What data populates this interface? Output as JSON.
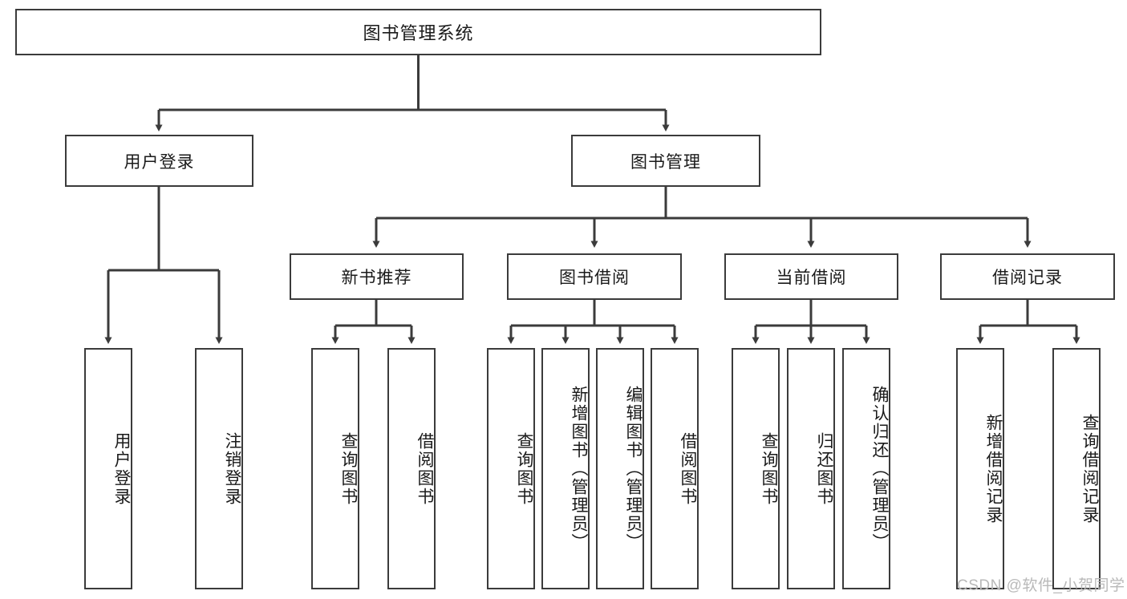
{
  "diagram": {
    "title": "图书管理系统",
    "type": "tree-hierarchy",
    "watermark": "CSDN @软件_小贺同学",
    "colors": {
      "box_border": "#3b3b3b",
      "box_fill": "#ffffff",
      "connector": "#3b3b3b",
      "text": "#1a1a1a",
      "watermark": "#b9b9b9"
    },
    "nodes": {
      "root": {
        "label": "图书管理系统"
      },
      "level2": [
        {
          "label": "用户登录"
        },
        {
          "label": "图书管理"
        }
      ],
      "level3": [
        {
          "label": "新书推荐"
        },
        {
          "label": "图书借阅"
        },
        {
          "label": "当前借阅"
        },
        {
          "label": "借阅记录"
        }
      ],
      "leaves_user_login": [
        {
          "label": "用户登录"
        },
        {
          "label": "注销登录"
        }
      ],
      "leaves_new_books": [
        {
          "label": "查询图书"
        },
        {
          "label": "借阅图书"
        }
      ],
      "leaves_borrow": [
        {
          "label": "查询图书"
        },
        {
          "label": "新增图书（管理员）"
        },
        {
          "label": "编辑图书（管理员）"
        },
        {
          "label": "借阅图书"
        }
      ],
      "leaves_current": [
        {
          "label": "查询图书"
        },
        {
          "label": "归还图书"
        },
        {
          "label": "确认归还（管理员）"
        }
      ],
      "leaves_records": [
        {
          "label": "新增借阅记录"
        },
        {
          "label": "查询借阅记录"
        }
      ]
    }
  }
}
